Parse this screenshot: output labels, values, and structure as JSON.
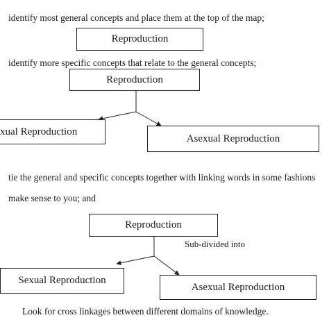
{
  "instructions": {
    "step1": "identify most general concepts and place them at the top of the map;",
    "step2": "identify more specific concepts that relate to the general concepts;",
    "step3_line1": "tie the general and specific concepts together with linking words in some fashions",
    "step3_line2": "make sense to you; and",
    "step4": "Look for cross linkages between different domains of knowledge."
  },
  "diagram1": {
    "general": "Reproduction"
  },
  "diagram2": {
    "general": "Reproduction",
    "left": "Sexual Reproduction",
    "right": "Asexual Reproduction"
  },
  "diagram3": {
    "general": "Reproduction",
    "link": "Sub-divided into",
    "left": "Sexual Reproduction",
    "right": "Asexual Reproduction"
  }
}
